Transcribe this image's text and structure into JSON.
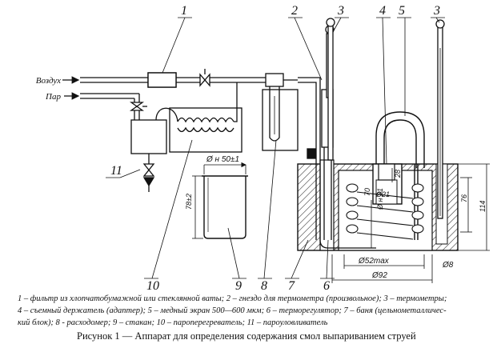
{
  "labels": {
    "n1": "1",
    "n2": "2",
    "n3a": "3",
    "n3b": "3",
    "n4": "4",
    "n5": "5",
    "n6": "6",
    "n7": "7",
    "n8": "8",
    "n9": "9",
    "n10": "10",
    "n11": "11"
  },
  "inputs": {
    "air": "Воздух",
    "steam": "Пар"
  },
  "dimensions": {
    "beaker_dia": "Ø н 50±1",
    "beaker_height": "78±2",
    "d52": "Ø52max",
    "d92": "Ø92",
    "d8": "Ø8",
    "d21": "Ø21",
    "dh21": "Ø н 21",
    "h28": "28",
    "h70": "70",
    "h76": "76",
    "h114": "114"
  },
  "legend": {
    "l1": "1 – фильтр из хлопчатобумажной или стеклянной ваты; 2 – гнездо для термометра (произвольное); 3 – термометры;",
    "l2": "4 – съемный держатель (адаптер); 5 – медный экран 500—600 мкм; 6 – терморегулятор; 7 – баня (цельнометалличес-",
    "l3": "кий блок); 8 - расходомер; 9 – стакан; 10 – пароперегреватель; 11 – пароуловливатель"
  },
  "caption": {
    "l1": "Рисунок 1 — Аппарат для определения содержания смол выпариванием струей"
  }
}
